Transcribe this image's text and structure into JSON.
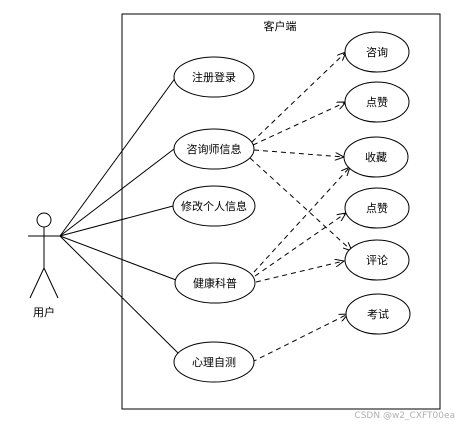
{
  "system": {
    "title": "客户端"
  },
  "actor": {
    "label": "用户"
  },
  "use_cases": {
    "register_login": "注册登录",
    "counselor_info": "咨询师信息",
    "edit_profile": "修改个人信息",
    "health_science": "健康科普",
    "psych_test": "心理自测"
  },
  "extensions": {
    "consult": "咨询",
    "like_1": "点赞",
    "collect": "收藏",
    "like_2": "点赞",
    "comment": "评论",
    "exam": "考试"
  },
  "watermark": "CSDN @w2_CXFT00ea",
  "colors": {
    "stroke": "#000000",
    "background": "#ffffff"
  }
}
